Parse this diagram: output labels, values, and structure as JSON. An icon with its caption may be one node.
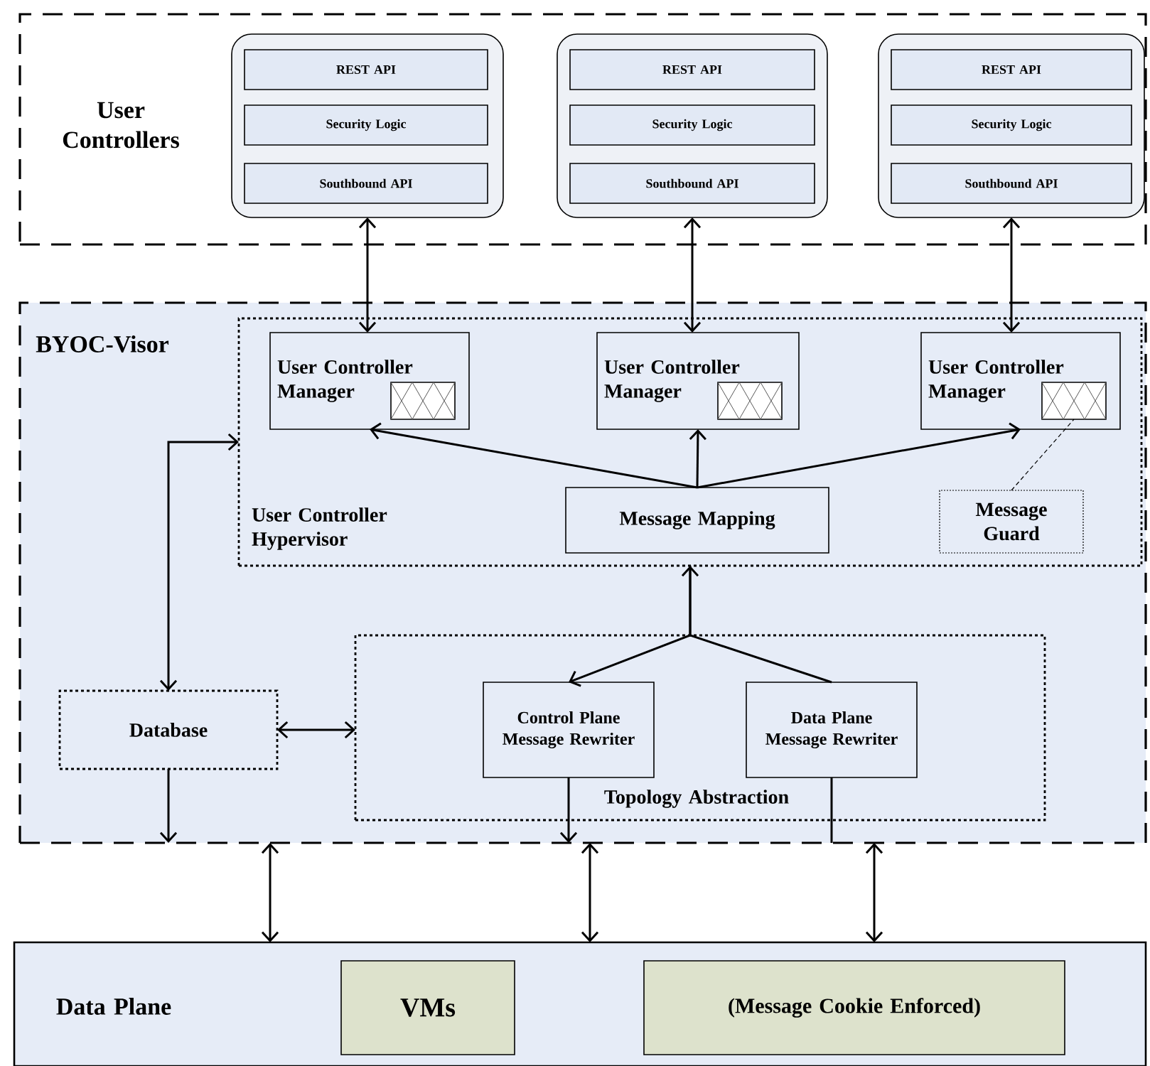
{
  "diagram": {
    "nodes": [
      {
        "text": [
          "User Controllers"
        ]
      },
      {
        "text": [],
        "shape": "box",
        "in": 0
      },
      {
        "text": [
          "REST API"
        ],
        "in": 1
      },
      {
        "text": [
          "Security Logic"
        ],
        "in": 1
      },
      {
        "text": [
          "Southbound API"
        ],
        "in": 1
      },
      {
        "text": [],
        "shape": "box",
        "in": 0
      },
      {
        "text": [
          "REST API"
        ],
        "in": 5
      },
      {
        "text": [
          "Security Logic"
        ],
        "in": 5
      },
      {
        "text": [
          "Southbound API"
        ],
        "in": 5
      },
      {
        "text": [],
        "shape": "box",
        "in": 0
      },
      {
        "text": [
          "REST API"
        ],
        "in": 9
      },
      {
        "text": [
          "Security Logic"
        ],
        "in": 9
      },
      {
        "text": [
          "Southbound API"
        ],
        "in": 9
      },
      {
        "text": [
          "BYOC-Visor"
        ]
      },
      {
        "text": [
          "User Controller Hypervisor"
        ],
        "in": 13
      },
      {
        "text": [
          "User Controller Manager"
        ],
        "in": 14
      },
      {
        "text": [],
        "shape": "box",
        "in": 15
      },
      {
        "text": [
          "User Controller Manager"
        ],
        "in": 14
      },
      {
        "text": [],
        "shape": "box",
        "in": 17
      },
      {
        "text": [
          "User Controller Manager"
        ],
        "in": 14
      },
      {
        "text": [],
        "shape": "box",
        "in": 19
      },
      {
        "text": [
          "Message Mapping"
        ],
        "in": 14
      },
      {
        "text": [
          "Message Guard"
        ],
        "in": 14
      },
      {
        "text": [
          "Topology Abstraction"
        ],
        "in": 13
      },
      {
        "text": [
          "Control Plane Message Rewriter"
        ],
        "in": 23
      },
      {
        "text": [
          "Data Plane Message Rewriter"
        ],
        "in": 23
      },
      {
        "text": [
          "Database"
        ],
        "in": 13
      },
      {
        "text": [
          "Data Plane"
        ]
      },
      {
        "text": [
          "VMs"
        ],
        "in": 27
      },
      {
        "text": [
          "(Message Cookie Enforced)"
        ],
        "in": 27
      }
    ],
    "edges": [
      {
        "from": 1,
        "to": 15,
        "arrow": "both"
      },
      {
        "from": 5,
        "to": 17,
        "arrow": "both"
      },
      {
        "from": 9,
        "to": 19,
        "arrow": "both"
      },
      {
        "from": 21,
        "to": 15,
        "arrow": "to"
      },
      {
        "from": 21,
        "to": 17,
        "arrow": "to"
      },
      {
        "from": 21,
        "to": 19,
        "arrow": "to"
      },
      {
        "from": 26,
        "to": 14,
        "arrow": "both"
      },
      {
        "from": 14,
        "to": 24,
        "arrow": "to"
      },
      {
        "from": 25,
        "to": 14,
        "arrow": "to"
      },
      {
        "from": 26,
        "to": 23,
        "arrow": "both"
      },
      {
        "from": 26,
        "to": null,
        "arrow": "to"
      },
      {
        "from": 24,
        "to": null,
        "arrow": "to"
      },
      {
        "from": 25,
        "to": null,
        "arrow": "none"
      },
      {
        "from": 13,
        "to": 27,
        "arrow": "both"
      },
      {
        "from": 13,
        "to": 27,
        "arrow": "both"
      },
      {
        "from": 13,
        "to": 27,
        "arrow": "both"
      },
      {
        "from": 22,
        "to": 20,
        "arrow": "none",
        "style": "dashed"
      }
    ]
  }
}
